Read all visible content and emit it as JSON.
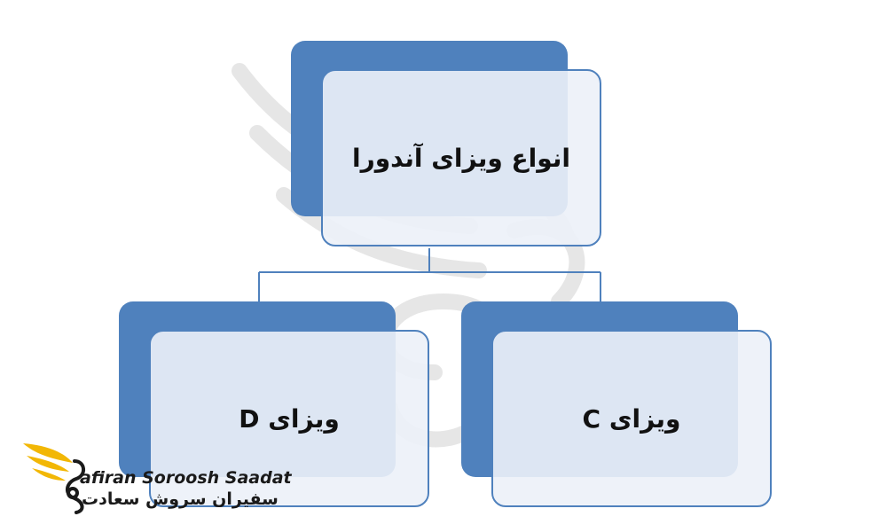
{
  "diagram": {
    "root": {
      "label": "انواع ویزای آندورا"
    },
    "children": [
      {
        "label": "ویزای D"
      },
      {
        "label": "ویزای C"
      }
    ]
  },
  "colors": {
    "accent": "#4f81bd",
    "box_fill": "#ecf1f8",
    "text": "#111111",
    "logo_gold": "#f2b705"
  },
  "logo": {
    "icon": "swan-wing-icon",
    "name_en": "afiran Soroosh Saadat",
    "name_fa": "سفیران سروش سعادت"
  }
}
